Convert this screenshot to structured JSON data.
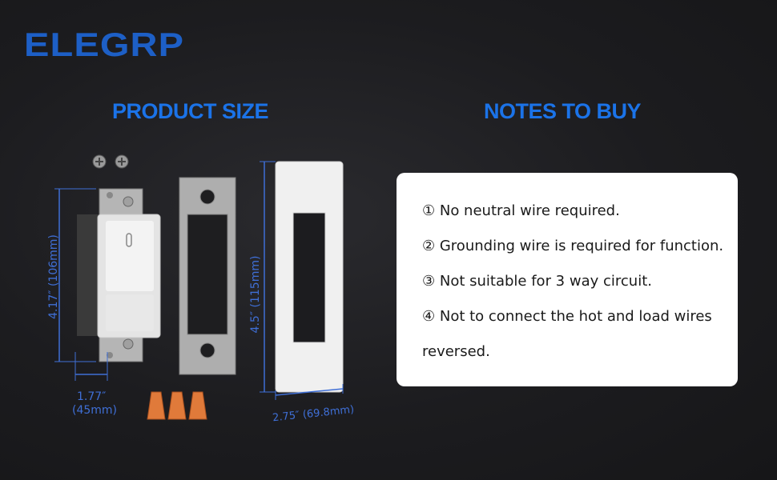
{
  "brand": {
    "name": "ELEGRP",
    "color": "#1d5fc6"
  },
  "sections": {
    "product_size_title": "PRODUCT SIZE",
    "notes_title": "NOTES TO BUY"
  },
  "notes": [
    {
      "text": "① No neutral wire required."
    },
    {
      "text": "② Grounding wire is required for function."
    },
    {
      "text": "③ Not suitable for 3 way circuit."
    },
    {
      "text": "④ Not to connect the hot and load wires"
    },
    {
      "text": "reversed."
    }
  ],
  "dimensions": {
    "switch_height": "4.17″ (106mm)",
    "switch_width_in": "1.77″",
    "switch_width_mm": "(45mm)",
    "plate_height": "4.5″ (115mm)",
    "plate_width": "2.75″ (69.8mm)"
  },
  "colors": {
    "accent": "#1b73e8",
    "dimension_line": "#3f6fd6",
    "wire_nut": "#e07a3a"
  }
}
